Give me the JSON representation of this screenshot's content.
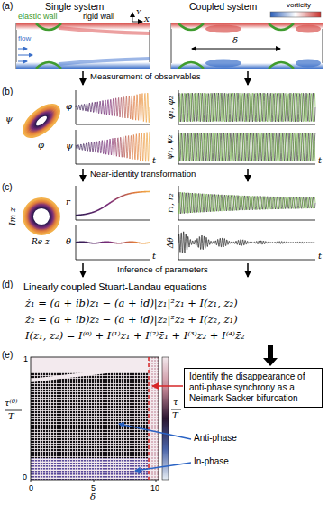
{
  "diagram": {
    "nodes": [
      {
        "text": [
          "Identify the disappearance of anti-phase synchrony as a Neimark-Sacker bifurcation"
        ]
      }
    ],
    "labels": [
      "(a)",
      "Single system",
      "Coupled system",
      "elastic wall",
      "rigid wall",
      "Y",
      "X",
      "flow",
      "vorticity",
      "δ",
      "Measurement of observables",
      "(b)",
      "ψ",
      "φ",
      "φ",
      "ψ",
      "t",
      "φ₁, φ₂",
      "ψ₁, ψ₂",
      "t",
      "Near-identity transformation",
      "(c)",
      "Im z",
      "Re z",
      "r",
      "θ",
      "t",
      "r₁, r₂",
      "Δθ",
      "t",
      "Inference of parameters",
      "(d)",
      "Linearly coupled Stuart-Landau equations",
      "ż₁ = (a + ib)z₁ − (a + id)|z₁|²z₁ + I(z₁, z₂)",
      "ż₂ = (a + ib)z₂ − (a + id)|z₂|²z₂ + I(z₂, z₁)",
      "I(z₁, z₂) = I⁽⁰⁾ + I⁽¹⁾z₁ + I⁽²⁾z̄₁ + I⁽³⁾z₂ + I⁽⁴⁾z̄₂",
      "(e)",
      "τ⁽⁰⁾",
      "T",
      "1",
      "0",
      "0",
      "5",
      "10",
      "δ",
      "τ",
      "T",
      "Anti-phase",
      "In-phase"
    ]
  }
}
